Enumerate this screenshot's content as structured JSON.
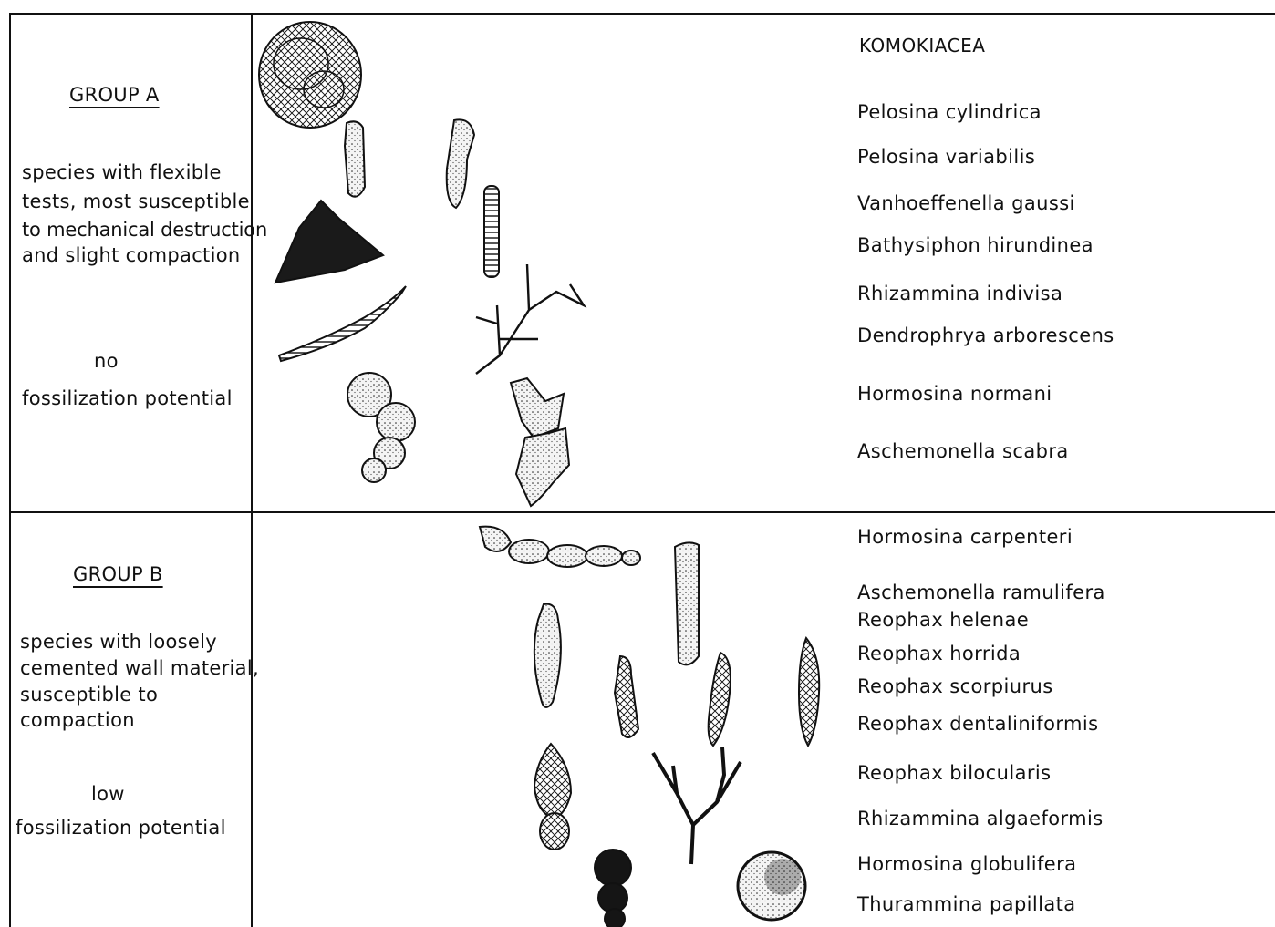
{
  "group_a": {
    "title": "GROUP A",
    "description": [
      "species with flexible",
      "tests, most susceptible",
      "to mechanical destruction",
      "and slight compaction"
    ],
    "potential_level": "no",
    "potential_label": "fossilization potential",
    "heading": "KOMOKIACEA",
    "species": [
      "Pelosina cylindrica",
      "Pelosina variabilis",
      "Vanhoeffenella gaussi",
      "Bathysiphon hirundinea",
      "Rhizammina indivisa",
      "Dendrophrya arborescens",
      "Hormosina normani",
      "Aschemonella scabra"
    ]
  },
  "group_b": {
    "title": "GROUP B",
    "description": [
      "species with loosely",
      "cemented wall material,",
      "susceptible to",
      "compaction"
    ],
    "potential_level": "low",
    "potential_label": "fossilization potential",
    "species": [
      "Hormosina carpenteri",
      "Aschemonella ramulifera",
      "Reophax helenae",
      "Reophax horrida",
      "Reophax scorpiurus",
      "Reophax dentaliniformis",
      "Reophax bilocularis",
      "Rhizammina algaeformis",
      "Hormosina globulifera",
      "Thurammina papillata"
    ]
  }
}
